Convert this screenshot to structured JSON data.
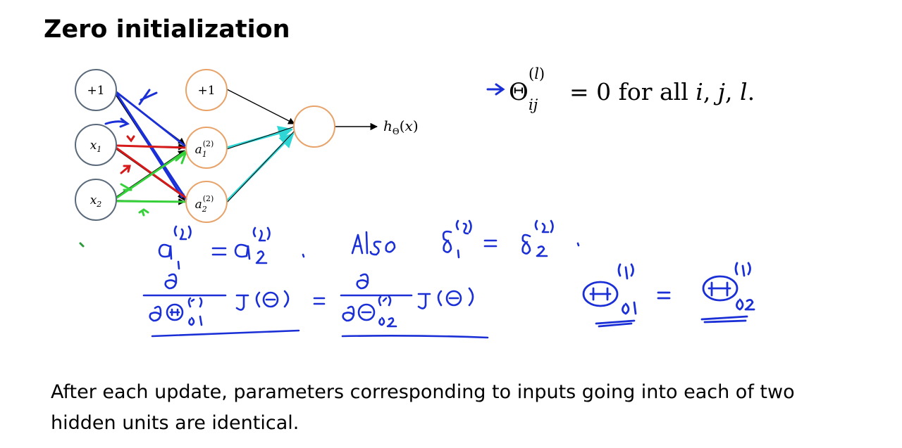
{
  "slide": {
    "title": "Zero initialization",
    "caption": "After each update, parameters corresponding to inputs going into each of two hidden units are identical."
  },
  "network": {
    "input_units": [
      "+1",
      "x1",
      "x2"
    ],
    "hidden_units": [
      "+1",
      "a1(2)",
      "a2(2)"
    ],
    "output_label": "hΘ(x)"
  },
  "equation": {
    "text": "Θij(l) = 0 for all i, j, l."
  },
  "handwritten": {
    "line1": "a1(2) = a2(2) .   Also  δ1(2) = δ2(2) .",
    "line2": "∂/∂Θ01(1) J(Θ) = ∂/∂Θ02(1) J(Θ)      Θ01(1) = Θ02(1)"
  },
  "colors": {
    "input_circle": "#5a6a7a",
    "hidden_circle": "#e8a36a",
    "ink_blue": "#1a2fd6",
    "ink_red": "#d61a1a",
    "ink_green": "#36d13a",
    "ink_cyan": "#2fd6d6"
  }
}
